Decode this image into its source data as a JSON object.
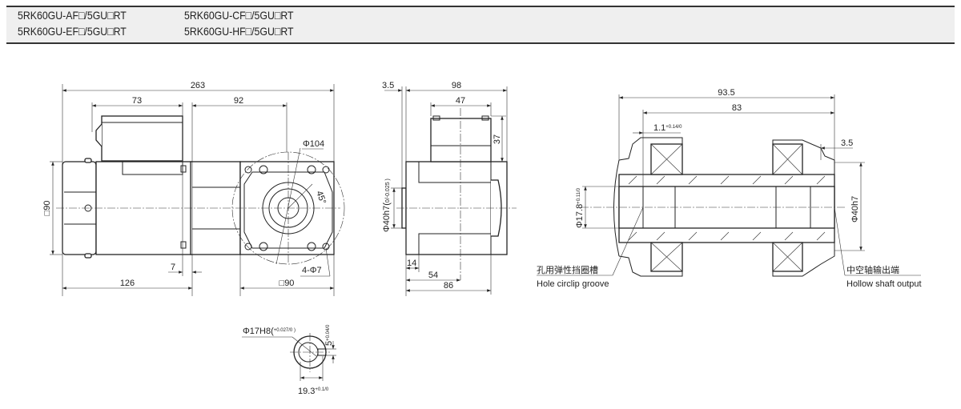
{
  "header": {
    "models": [
      "5RK60GU-AF□/5GU□RT",
      "5RK60GU-CF□/5GU□RT",
      "5RK60GU-EF□/5GU□RT",
      "5RK60GU-HF□/5GU□RT"
    ]
  },
  "side_view": {
    "overall": "263",
    "terminal_box": "73",
    "gearbox": "92",
    "height": "□90",
    "flange_diameter": "Φ104",
    "angle": "45°",
    "mount_holes": "4-Φ7",
    "gap": "7",
    "motor_length": "126",
    "flange_square": "□90"
  },
  "front_view": {
    "offset": "3.5",
    "width": "98",
    "box_width": "47",
    "box_height": "37",
    "shaft_dia": "Φ40h7(",
    "shaft_tol": "0/-0.025 )",
    "flange": "14",
    "center": "54",
    "depth": "86"
  },
  "section_view": {
    "overall": "93.5",
    "inner": "83",
    "groove": "1.1",
    "groove_tol": "+0.14/0",
    "offset": "3.5",
    "bore": "Φ17.8",
    "bore_tol": "+0.11/0",
    "outer": "Φ40h7",
    "label_left_cn": "孔用弹性挡圈槽",
    "label_left_en": "Hole circlip groove",
    "label_right_cn": "中空轴输出端",
    "label_right_en": "Hollow shaft output"
  },
  "key_view": {
    "bore": "Φ17H8(",
    "bore_tol": "+0.027/0 )",
    "key_width": "5",
    "key_tol": "+0.04/0",
    "key_depth": "19.3",
    "depth_tol": "+0.1/0"
  }
}
